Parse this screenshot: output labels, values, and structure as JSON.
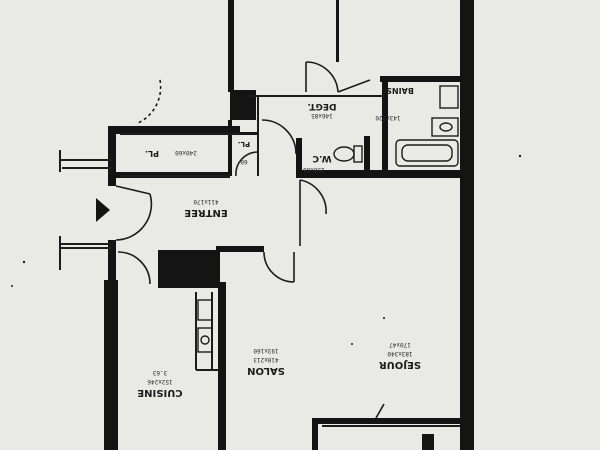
{
  "rooms": {
    "entree": {
      "label": "ENTREE",
      "dims": "411x170"
    },
    "cuisine": {
      "label": "CUISINE",
      "dims": "152x246",
      "area": "3.63"
    },
    "salon": {
      "label": "SALON",
      "dims": "410x213",
      "dims2": "193x160"
    },
    "sejour": {
      "label": "SEJOUR",
      "dims": "183x340",
      "dims2": "170x47"
    },
    "degt": {
      "label": "DEGT.",
      "dims": "146x85"
    },
    "bains": {
      "label": "BAINS",
      "dims": "143x220"
    },
    "wc": {
      "label": "W.C",
      "dims": "150x86"
    },
    "placard": {
      "label": "PL.",
      "dims": "240x60"
    },
    "closet": {
      "label": "PL.",
      "dims": "60"
    }
  },
  "colors": {
    "paper": "#e9e9e6",
    "wall": "#141414",
    "line": "#1c1c1c"
  }
}
